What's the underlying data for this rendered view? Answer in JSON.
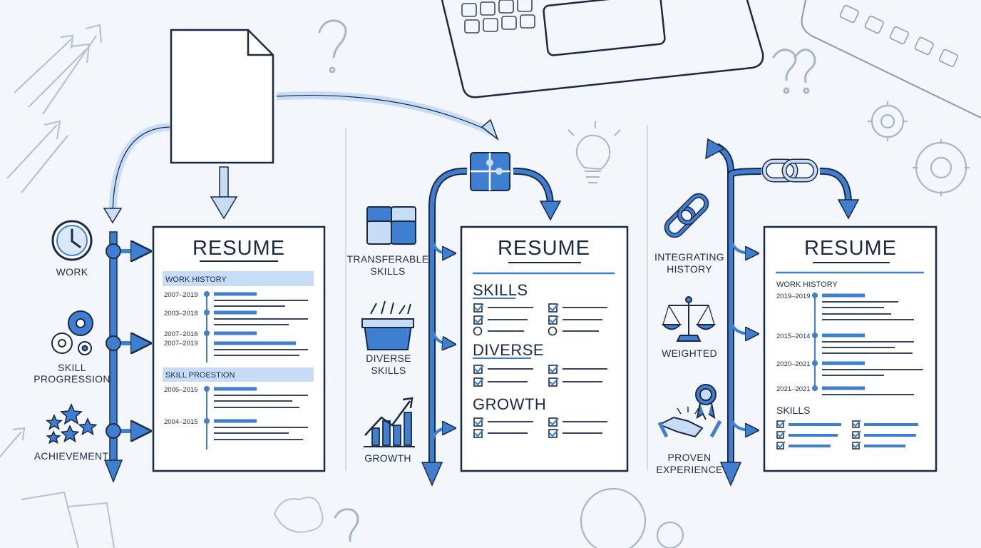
{
  "colors": {
    "accent": "#3f7fd1",
    "accent_light": "#c7dcf5",
    "ink": "#1b2a44",
    "background": "#f3f6fb"
  },
  "panel1": {
    "side_labels": [
      "WORK",
      "SKILL",
      "PROGRESSION",
      "ACHIEVEMENT"
    ],
    "resume": {
      "title": "RESUME",
      "work_history_heading": "WORK HISTORY",
      "work_dates": [
        "2007–2019",
        "2003–2018",
        "2007–2016",
        "2007–2019"
      ],
      "skill_heading": "SKILL PROESTION",
      "skill_dates": [
        "2005–2015",
        "2004–2015"
      ]
    }
  },
  "panel2": {
    "side_labels": [
      "TRANSFERABLE",
      "SKILLS",
      "DIVERSE",
      "SKILLS",
      "GROWTH"
    ],
    "resume": {
      "title": "RESUME",
      "sections": [
        "SKILLS",
        "DIVERSE",
        "GROWTH"
      ]
    }
  },
  "panel3": {
    "side_labels": [
      "INTEGRATING",
      "HISTORY",
      "WEIGHTED",
      "PROVEN",
      "EXPERIENCE"
    ],
    "resume": {
      "title": "RESUME",
      "work_history_heading": "WORK HISTORY",
      "work_dates": [
        "2019–2019",
        "2015–2014",
        "2020–2021",
        "2021–2021"
      ],
      "skills_heading": "SKILLS"
    }
  },
  "decor_icons": [
    "document-icon",
    "laptop-icon",
    "keyboard-icon",
    "question-mark-icon",
    "lightbulb-icon",
    "gear-icon",
    "growth-arrows-icon",
    "puzzle-icon",
    "link-icon"
  ]
}
